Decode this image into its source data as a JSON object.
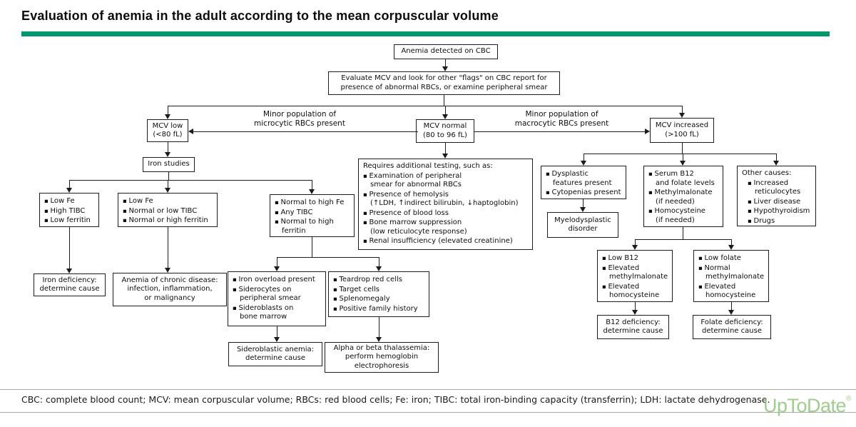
{
  "header": {
    "title": "Evaluation of anemia in the adult according to the mean corpuscular volume"
  },
  "colors": {
    "accent_bar_green": "#00976c",
    "logo_green": "#96c882",
    "line_black": "#1c1c1c"
  },
  "flowchart": {
    "nodes": {
      "anemia_detected": {
        "text": "Anemia detected on CBC"
      },
      "evaluate_mcv": {
        "text": "Evaluate MCV and look for other \"flags\" on CBC report for\npresence of abnormal RBCs, or examine peripheral smear"
      },
      "mcv_low": {
        "text": "MCV low\n(<80 fL)"
      },
      "mcv_normal": {
        "text": "MCV normal\n(80 to 96 fL)"
      },
      "mcv_increased": {
        "text": "MCV increased\n(>100 fL)"
      },
      "iron_studies": {
        "text": "Iron studies"
      },
      "iron_deficiency_pattern": {
        "items": [
          "Low Fe",
          "High TIBC",
          "Low ferritin"
        ]
      },
      "chronic_disease_pattern": {
        "items": [
          "Low Fe",
          "Normal or low TIBC",
          "Normal or high ferritin"
        ]
      },
      "high_iron_pattern": {
        "items": [
          "Normal to high Fe",
          "Any TIBC",
          "Normal to high\nferritin"
        ]
      },
      "requires_additional_testing": {
        "title": "Requires additional testing, such as:",
        "items": [
          "Examination of peripheral\nsmear for abnormal RBCs",
          "Presence of hemolysis\n(↑LDH, ↑indirect bilirubin, ↓haptoglobin)",
          "Presence of blood loss",
          "Bone marrow suppression\n(low reticulocyte response)",
          "Renal insufficiency (elevated creatinine)"
        ]
      },
      "dysplastic": {
        "items": [
          "Dysplastic\nfeatures present",
          "Cytopenias present"
        ]
      },
      "serum_b12_folate": {
        "items": [
          "Serum B12\nand folate levels",
          "Methylmalonate\n(if needed)",
          "Homocysteine\n(if needed)"
        ]
      },
      "other_causes": {
        "title": "Other causes:",
        "items": [
          "Increased\nreticulocytes",
          "Liver disease",
          "Hypothyroidism",
          "Drugs"
        ]
      },
      "iron_deficiency": {
        "text": "Iron deficiency:\ndetermine cause"
      },
      "chronic_disease": {
        "text": "Anemia of chronic disease:\ninfection, inflammation,\nor malignancy"
      },
      "iron_overload": {
        "items": [
          "Iron overload present",
          "Siderocytes on\nperipheral smear",
          "Sideroblasts on\nbone marrow"
        ]
      },
      "teardrop": {
        "items": [
          "Teardrop red cells",
          "Target cells",
          "Splenomegaly",
          "Positive family history"
        ]
      },
      "myelodysplastic": {
        "text": "Myelodysplastic\ndisorder"
      },
      "sideroblastic": {
        "text": "Sideroblastic anemia:\ndetermine cause"
      },
      "thalassemia": {
        "text": "Alpha or beta thalassemia:\nperform hemoglobin\nelectrophoresis"
      },
      "low_b12": {
        "items": [
          "Low B12",
          "Elevated\nmethylmalonate",
          "Elevated\nhomocysteine"
        ]
      },
      "low_folate": {
        "items": [
          "Low folate",
          "Normal\nmethylmalonate",
          "Elevated\nhomocysteine"
        ]
      },
      "b12_deficiency": {
        "text": "B12 deficiency:\ndetermine cause"
      },
      "folate_deficiency": {
        "text": "Folate deficiency:\ndetermine cause"
      }
    },
    "labels": {
      "minor_microcytic": "Minor population of\nmicrocytic RBCs present",
      "minor_macrocytic": "Minor population of\nmacrocytic RBCs present"
    }
  },
  "footer": {
    "abbreviations": "CBC: complete blood count; MCV: mean corpuscular volume; RBCs: red blood cells; Fe: iron; TIBC: total iron-binding capacity (transferrin); LDH: lactate dehydrogenase.",
    "logo_text": "UpToDate",
    "logo_registered": "®"
  }
}
